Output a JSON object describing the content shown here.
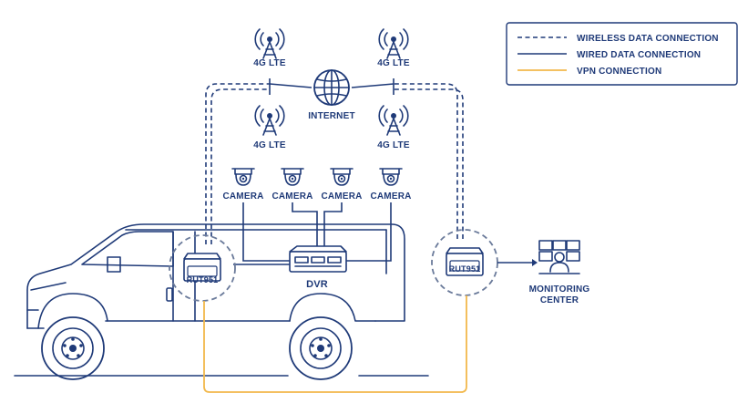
{
  "legend": {
    "wireless": "WIRELESS DATA CONNECTION",
    "wired": "WIRED DATA CONNECTION",
    "vpn": "VPN CONNECTION"
  },
  "towers": {
    "top_left": "4G LTE",
    "top_right": "4G LTE",
    "bottom_left": "4G LTE",
    "bottom_right": "4G LTE"
  },
  "internet": "INTERNET",
  "cameras": [
    "CAMERA",
    "CAMERA",
    "CAMERA",
    "CAMERA"
  ],
  "dvr": "DVR",
  "routers": {
    "left": "RUT951",
    "right": "RUT951"
  },
  "monitoring": {
    "line1": "MONITORING",
    "line2": "CENTER"
  },
  "colors": {
    "ink": "#1f3a78",
    "vpn": "#f2b84b",
    "circle": "#6a7a9a"
  },
  "icons": [
    "antenna-tower-icon",
    "globe-icon",
    "camera-icon",
    "dvr-icon",
    "router-icon",
    "monitoring-center-icon",
    "van-icon"
  ]
}
